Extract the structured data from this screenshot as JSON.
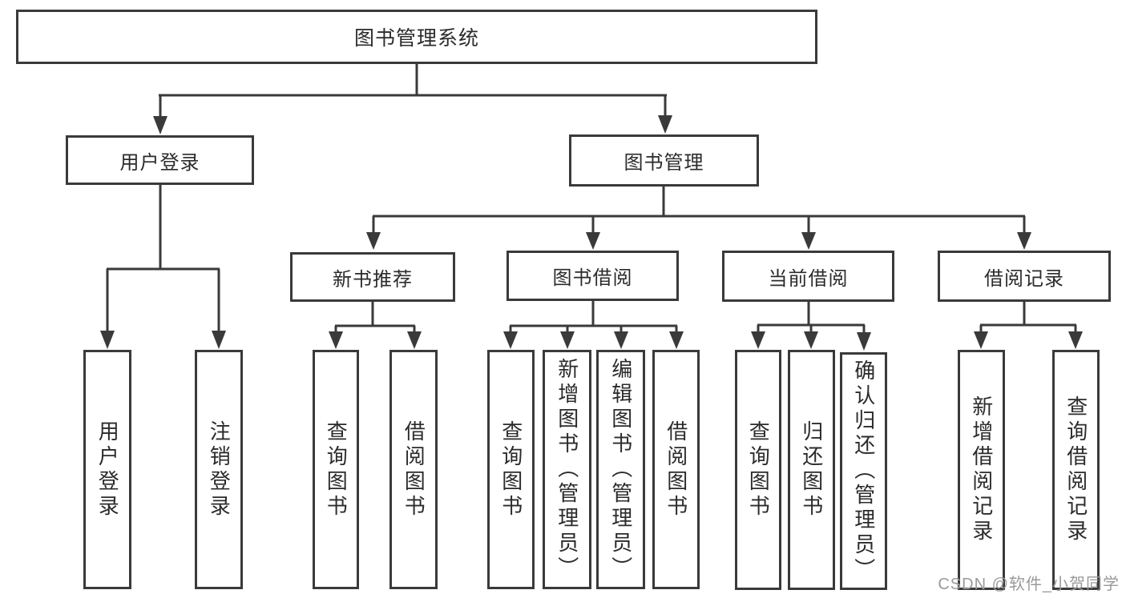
{
  "diagram": {
    "root": "图书管理系统",
    "level2": {
      "user_login": "用户登录",
      "book_mgmt": "图书管理"
    },
    "level3": {
      "new_book": "新书推荐",
      "book_borrow": "图书借阅",
      "current_borrow": "当前借阅",
      "borrow_record": "借阅记录"
    },
    "leaves": {
      "user_login_leaf": "用户登录",
      "logout": "注销登录",
      "nb_query": "查询图书",
      "nb_borrow": "借阅图书",
      "bb_query": "查询图书",
      "bb_add": "新增图书（管理员）",
      "bb_edit": "编辑图书（管理员）",
      "bb_borrow": "借阅图书",
      "cb_query": "查询图书",
      "cb_return": "归还图书",
      "cb_confirm": "确认归还（管理员）",
      "br_add": "新增借阅记录",
      "br_query": "查询借阅记录"
    }
  },
  "watermark": "CSDN @软件_小贺同学",
  "colors": {
    "line": "#3a3a3a",
    "text": "#2b2b2b",
    "watermark": "#9a9a9a",
    "background": "#ffffff"
  }
}
